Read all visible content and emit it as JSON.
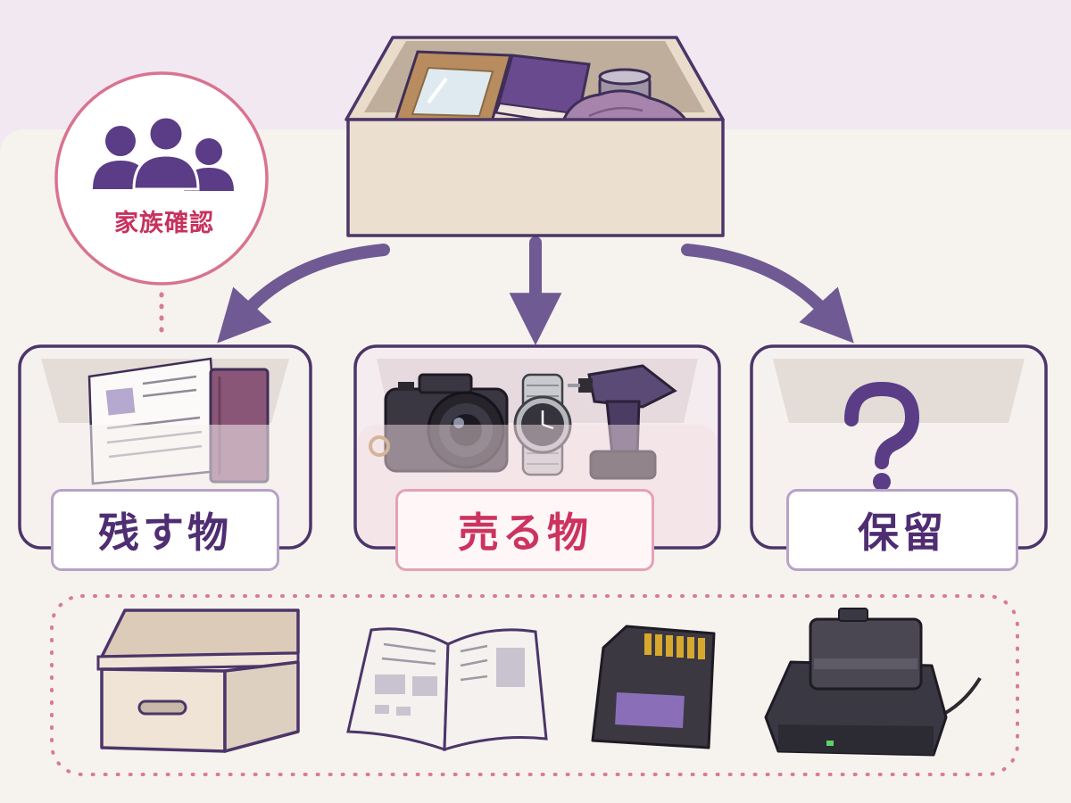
{
  "family_check": {
    "label": "家族確認",
    "icon": "people-icon"
  },
  "source_box": {
    "icon": "storage-box-icon",
    "contents": [
      "picture-frame-icon",
      "book-icon",
      "jar-icon",
      "cloth-icon"
    ]
  },
  "categories": [
    {
      "id": "keep",
      "label": "残す物",
      "contents": [
        "document-icon",
        "album-icon"
      ]
    },
    {
      "id": "sell",
      "label": "売る物",
      "contents": [
        "camera-icon",
        "wristwatch-icon",
        "power-drill-icon"
      ]
    },
    {
      "id": "hold",
      "label": "保留",
      "contents": [
        "question-mark-icon"
      ]
    }
  ],
  "accessories": [
    "storage-box-icon",
    "manual-booklet-icon",
    "sd-card-icon",
    "battery-charger-icon"
  ],
  "colors": {
    "purple": "#5b3c86",
    "pink": "#cc335f",
    "bin_fill": "#f5f1ee",
    "box_fill": "#ebdfcf"
  }
}
